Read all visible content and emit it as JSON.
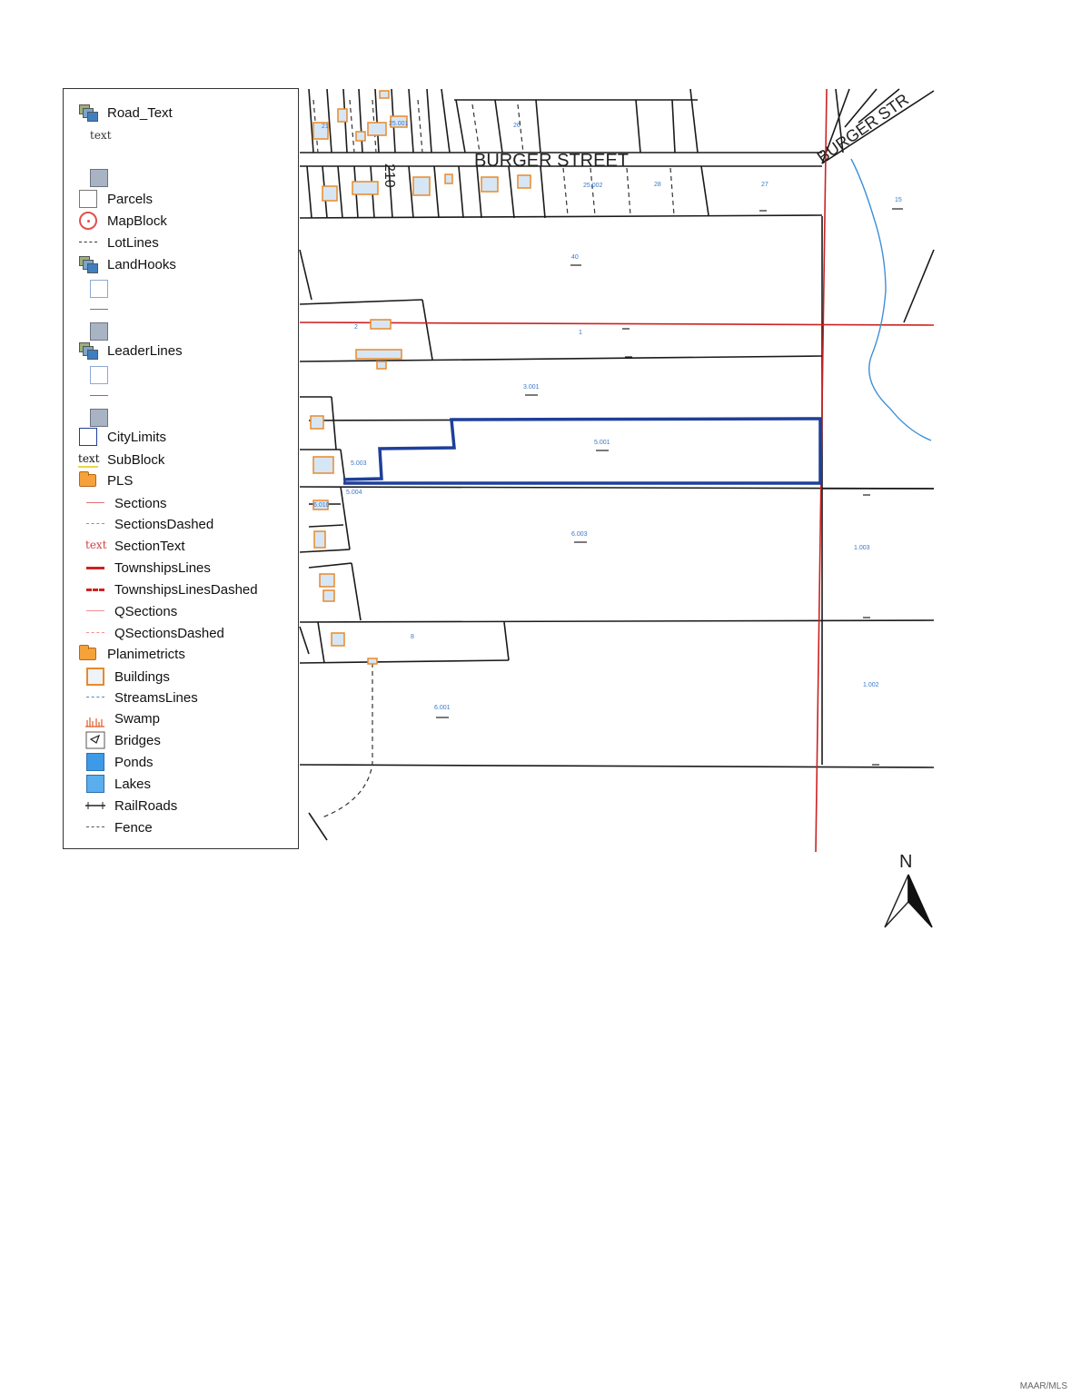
{
  "map": {
    "street_label": "BURGER STREET",
    "street_label_diag": "BURGER STR",
    "road_number": "210",
    "parcel_labels": {
      "p40": "40",
      "p1": "1",
      "p3001": "3.001",
      "p5001": "5.001",
      "p5003": "5.003",
      "p5004": "5.004",
      "p6003": "6.003",
      "p6001": "6.001",
      "p8": "8",
      "p1003": "1.003",
      "p1002": "1.002",
      "p27": "27",
      "p15": "15",
      "p26": "26",
      "p28": "28",
      "p2502": "25.002",
      "p21": "21",
      "p25001": "25.001",
      "p6010": "6.010",
      "p2": "2"
    },
    "colors": {
      "parcel_line": "#1a1a1a",
      "section_line": "#cc2222",
      "subject_parcel": "#1f3f99",
      "building": "#e88a2a",
      "stream": "#3d8fd6",
      "label_blue": "#3a78c9"
    }
  },
  "legend": {
    "items": [
      {
        "label": "Road_Text",
        "symbol": "layers-icon"
      },
      {
        "label": "text",
        "symbol": "text-sample"
      },
      {
        "label": "Parcels",
        "symbol": "parcel-box"
      },
      {
        "label": "MapBlock",
        "symbol": "mapblock-icon"
      },
      {
        "label": "LotLines",
        "symbol": "dashed-line"
      },
      {
        "label": "LandHooks",
        "symbol": "layers-icon"
      },
      {
        "label": "LeaderLines",
        "symbol": "layers-icon"
      },
      {
        "label": "CityLimits",
        "symbol": "citylimits-box"
      },
      {
        "label": "SubBlock",
        "symbol": "text-sample"
      },
      {
        "label": "PLS",
        "symbol": "folder-icon"
      },
      {
        "label": "Sections",
        "symbol": "red-line"
      },
      {
        "label": "SectionsDashed",
        "symbol": "red-dashed"
      },
      {
        "label": "SectionText",
        "symbol": "red-text"
      },
      {
        "label": "TownshipsLines",
        "symbol": "red-thick"
      },
      {
        "label": "TownshipsLinesDashed",
        "symbol": "red-thick-dashed"
      },
      {
        "label": "QSections",
        "symbol": "pink-line"
      },
      {
        "label": "QSectionsDashed",
        "symbol": "pink-dashed"
      },
      {
        "label": "Planimetricts",
        "symbol": "folder-icon"
      },
      {
        "label": "Buildings",
        "symbol": "building-box"
      },
      {
        "label": "StreamsLines",
        "symbol": "stream-line"
      },
      {
        "label": "Swamp",
        "symbol": "swamp-icon"
      },
      {
        "label": "Bridges",
        "symbol": "bridge-icon"
      },
      {
        "label": "Ponds",
        "symbol": "pond-box"
      },
      {
        "label": "Lakes",
        "symbol": "lake-box"
      },
      {
        "label": "RailRoads",
        "symbol": "railroad-line"
      },
      {
        "label": "Fence",
        "symbol": "fence-line"
      }
    ],
    "sample_text": "text"
  },
  "compass": {
    "label": "N"
  },
  "credit": "MAAR/MLS"
}
